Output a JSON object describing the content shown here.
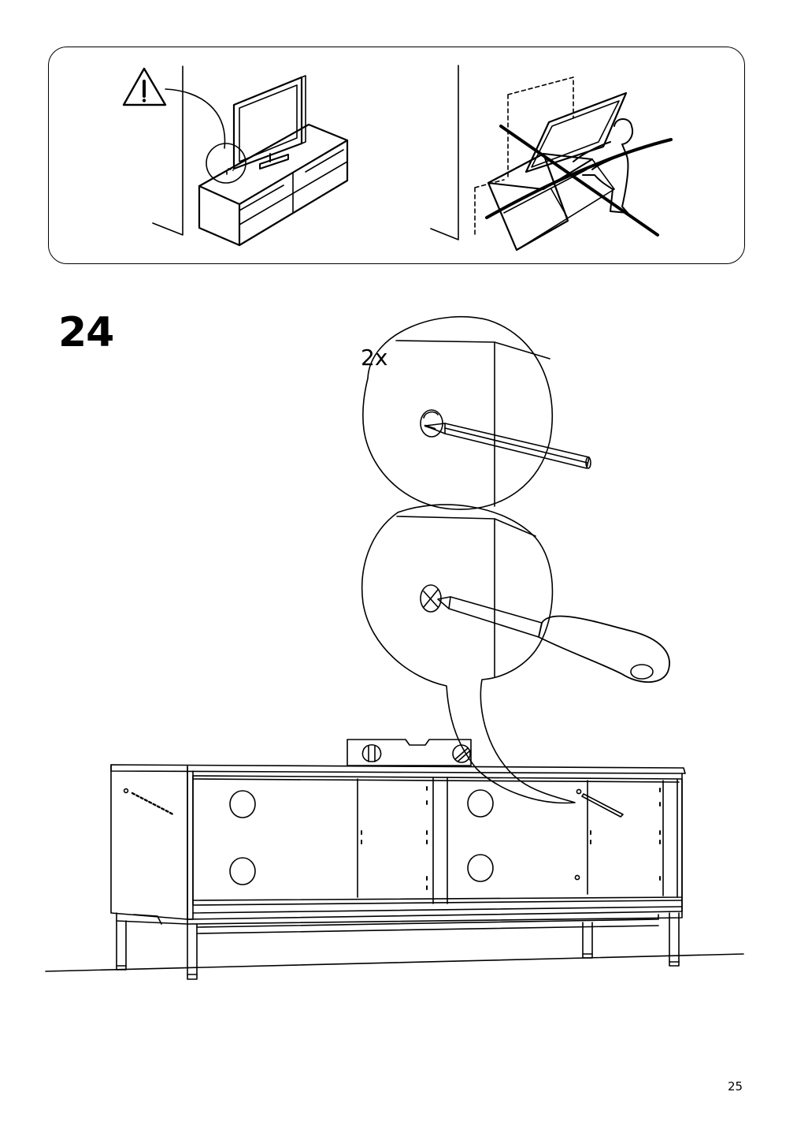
{
  "step": {
    "number": "24",
    "quantity": "2x"
  },
  "footer": {
    "page_number": "25"
  },
  "warning": {
    "icon": "warning-triangle-icon",
    "correct_example": "tv-on-bench-secured",
    "incorrect_example": "child-climbing-tipping-bench"
  },
  "tools": [
    "pencil",
    "screwdriver",
    "spirit-level"
  ]
}
